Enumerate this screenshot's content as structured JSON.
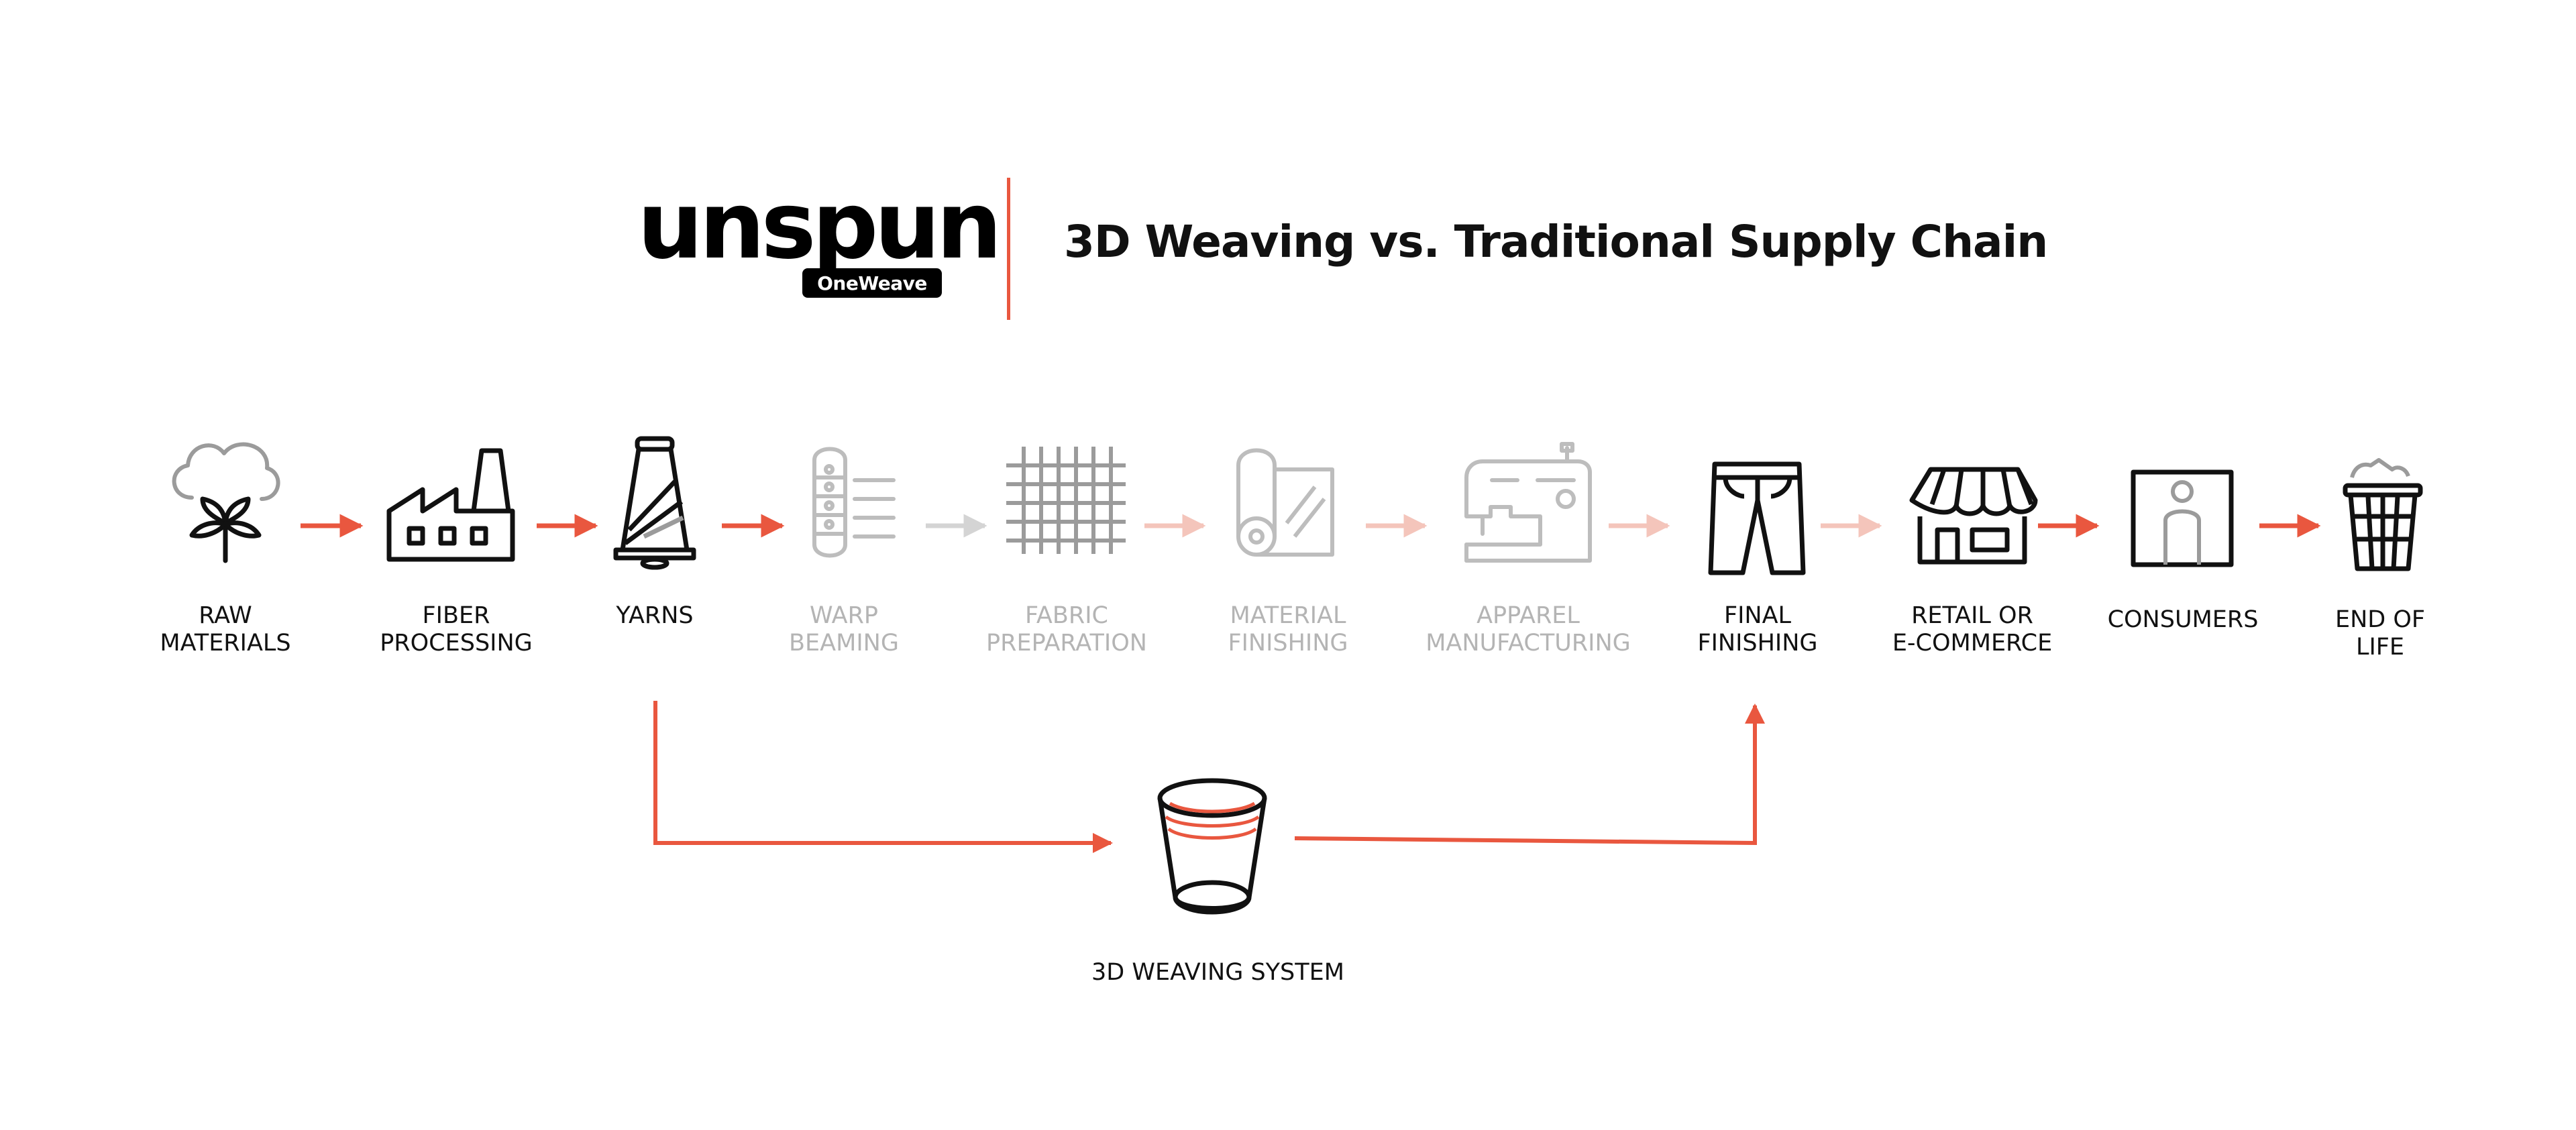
{
  "header": {
    "logo_text": "unspun",
    "logo_badge": "OneWeave",
    "title": "3D Weaving vs. Traditional Supply Chain"
  },
  "colors": {
    "accent": "#e9573f",
    "active_icon": "#111111",
    "muted_icon": "#9b9b9b",
    "faded_label": "#b4b4b4",
    "active_label": "#111111",
    "faded_arrow": "#f4c5bb",
    "grey_arrow": "#d4d4d4"
  },
  "stages": [
    {
      "lines": [
        "RAW",
        "MATERIALS"
      ],
      "icon": "cotton-plant-icon",
      "active": true
    },
    {
      "lines": [
        "FIBER",
        "PROCESSING"
      ],
      "icon": "factory-icon",
      "active": true
    },
    {
      "lines": [
        "YARNS"
      ],
      "icon": "yarn-spool-icon",
      "active": true
    },
    {
      "lines": [
        "WARP",
        "BEAMING"
      ],
      "icon": "warp-beam-icon",
      "active": false
    },
    {
      "lines": [
        "FABRIC",
        "PREPARATION"
      ],
      "icon": "fabric-grid-icon",
      "active": false
    },
    {
      "lines": [
        "MATERIAL",
        "FINISHING"
      ],
      "icon": "fabric-roll-icon",
      "active": false
    },
    {
      "lines": [
        "APPAREL",
        "MANUFACTURING"
      ],
      "icon": "sewing-machine-icon",
      "active": false
    },
    {
      "lines": [
        "FINAL",
        "FINISHING"
      ],
      "icon": "pants-icon",
      "active": true
    },
    {
      "lines": [
        "RETAIL OR",
        "E-COMMERCE"
      ],
      "icon": "storefront-icon",
      "active": true
    },
    {
      "lines": [
        "CONSUMERS"
      ],
      "icon": "person-icon",
      "active": true
    },
    {
      "lines": [
        "END OF",
        "LIFE"
      ],
      "icon": "waste-basket-icon",
      "active": true
    }
  ],
  "weaving_system": {
    "label": "3D WEAVING SYSTEM",
    "icon": "weaving-cup-icon"
  }
}
